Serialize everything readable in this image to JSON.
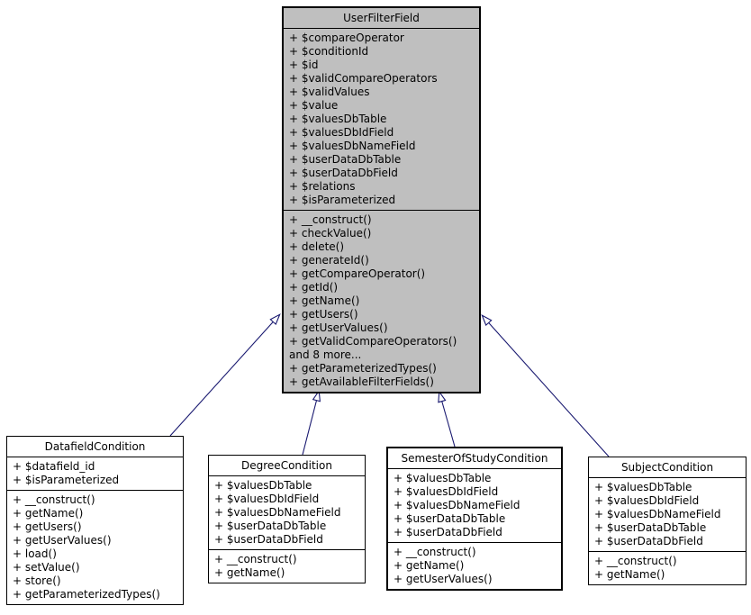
{
  "diagram": {
    "type": "uml-class-inheritance",
    "edge_color": "#191970",
    "highlight_fill": "#bfbfbf",
    "classes": {
      "userFilterField": {
        "name": "UserFilterField",
        "attributes": [
          "+ $compareOperator",
          "+ $conditionId",
          "+ $id",
          "+ $validCompareOperators",
          "+ $validValues",
          "+ $value",
          "+ $valuesDbTable",
          "+ $valuesDbIdField",
          "+ $valuesDbNameField",
          "+ $userDataDbTable",
          "+ $userDataDbField",
          "+ $relations",
          "+ $isParameterized"
        ],
        "methods": [
          "+ __construct()",
          "+ checkValue()",
          "+ delete()",
          "+ generateId()",
          "+ getCompareOperator()",
          "+ getId()",
          "+ getName()",
          "+ getUsers()",
          "+ getUserValues()",
          "+ getValidCompareOperators()",
          "and 8 more...",
          "+ getParameterizedTypes()",
          "+ getAvailableFilterFields()"
        ]
      },
      "datafieldCondition": {
        "name": "DatafieldCondition",
        "attributes": [
          "+ $datafield_id",
          "+ $isParameterized"
        ],
        "methods": [
          "+ __construct()",
          "+ getName()",
          "+ getUsers()",
          "+ getUserValues()",
          "+ load()",
          "+ setValue()",
          "+ store()",
          "+ getParameterizedTypes()"
        ]
      },
      "degreeCondition": {
        "name": "DegreeCondition",
        "attributes": [
          "+ $valuesDbTable",
          "+ $valuesDbIdField",
          "+ $valuesDbNameField",
          "+ $userDataDbTable",
          "+ $userDataDbField"
        ],
        "methods": [
          "+ __construct()",
          "+ getName()"
        ]
      },
      "semesterOfStudyCondition": {
        "name": "SemesterOfStudyCondition",
        "attributes": [
          "+ $valuesDbTable",
          "+ $valuesDbIdField",
          "+ $valuesDbNameField",
          "+ $userDataDbTable",
          "+ $userDataDbField"
        ],
        "methods": [
          "+ __construct()",
          "+ getName()",
          "+ getUserValues()"
        ]
      },
      "subjectCondition": {
        "name": "SubjectCondition",
        "attributes": [
          "+ $valuesDbTable",
          "+ $valuesDbIdField",
          "+ $valuesDbNameField",
          "+ $userDataDbTable",
          "+ $userDataDbField"
        ],
        "methods": [
          "+ __construct()",
          "+ getName()"
        ]
      }
    },
    "edges": [
      {
        "from": "DatafieldCondition",
        "to": "UserFilterField",
        "type": "inheritance"
      },
      {
        "from": "DegreeCondition",
        "to": "UserFilterField",
        "type": "inheritance"
      },
      {
        "from": "SemesterOfStudyCondition",
        "to": "UserFilterField",
        "type": "inheritance"
      },
      {
        "from": "SubjectCondition",
        "to": "UserFilterField",
        "type": "inheritance"
      }
    ]
  }
}
